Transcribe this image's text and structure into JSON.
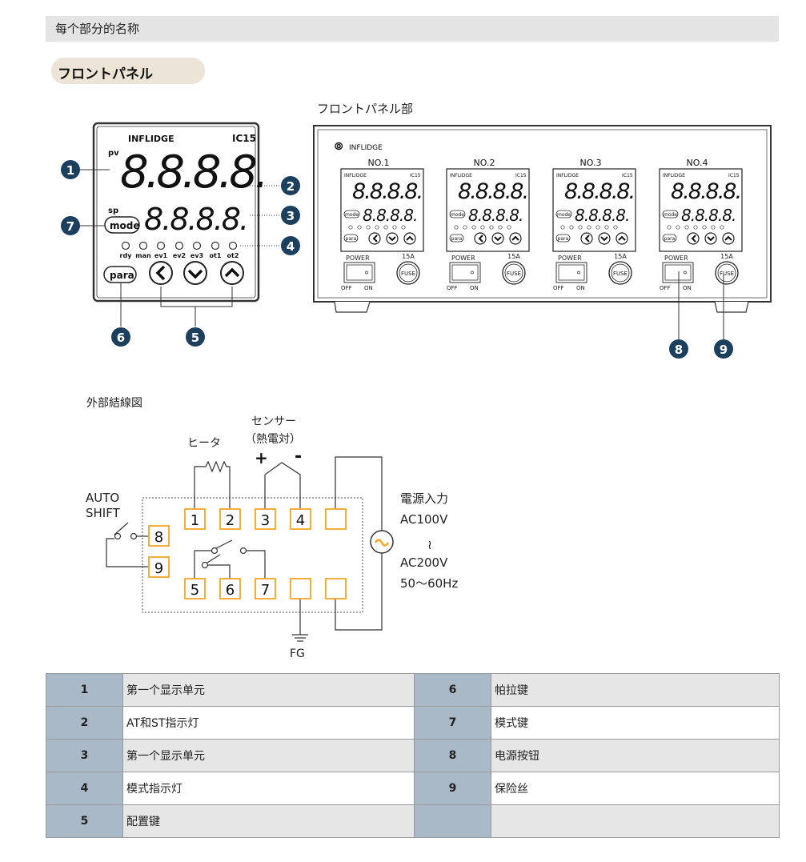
{
  "page": {
    "section_title": "每个部分的名称",
    "subsection_title": "フロントパネル"
  },
  "controller": {
    "brand": "INFLIDGE",
    "model": "IC15",
    "pv_label": "pv",
    "sp_label": "sp",
    "pv_display": "8.8.8.8.",
    "sp_display": "8.8.8.8.",
    "mode_button": "mode",
    "para_button": "para",
    "lamps": [
      "rdy",
      "man",
      "ev1",
      "ev2",
      "ev3",
      "ot1",
      "ot2"
    ],
    "callouts": [
      "1",
      "2",
      "3",
      "4",
      "5",
      "6",
      "7"
    ]
  },
  "rack": {
    "title": "フロントパネル部",
    "brand": "INFLIDGE",
    "units": [
      "NO.1",
      "NO.2",
      "NO.3",
      "NO.4"
    ],
    "mini_brand": "INFLIDGE",
    "mini_model": "IC15",
    "mini_display": "8.8.8.8.",
    "mini_mode": "mode",
    "mini_para": "para",
    "power_label": "POWER",
    "off_label": "OFF",
    "on_label": "ON",
    "fuse_label": "FUSE",
    "fuse_rating": "15A",
    "callouts": [
      "8",
      "9"
    ]
  },
  "wiring": {
    "title": "外部結線図",
    "heater": "ヒータ",
    "sensor_line1": "センサー",
    "sensor_line2": "（熱電対）",
    "plus": "+",
    "minus": "-",
    "auto": "AUTO",
    "shift": "SHIFT",
    "power_in": "電源入力",
    "ac100": "AC100V",
    "tilde": "≀",
    "ac200": "AC200V",
    "hz": "50〜60Hz",
    "fg": "FG",
    "terminals": [
      "1",
      "2",
      "3",
      "4",
      "5",
      "6",
      "7",
      "8",
      "9"
    ],
    "ac_symbol": "~"
  },
  "legend": {
    "rows": [
      {
        "n1": "1",
        "d1": "第一个显示单元",
        "n2": "6",
        "d2": "帕拉键"
      },
      {
        "n1": "2",
        "d1": "AT和ST指示灯",
        "n2": "7",
        "d2": "模式键"
      },
      {
        "n1": "3",
        "d1": "第一个显示单元",
        "n2": "8",
        "d2": "电源按钮"
      },
      {
        "n1": "4",
        "d1": "模式指示灯",
        "n2": "9",
        "d2": "保险丝"
      },
      {
        "n1": "5",
        "d1": "配置键",
        "n2": "",
        "d2": ""
      }
    ]
  },
  "colors": {
    "callout": "#1d3f5e",
    "terminal": "#f5a623",
    "table_num_bg": "#a9b9c8",
    "table_grey_bg": "#e6e6e6",
    "header_bg": "#e4e4e4",
    "pill_bg": "#ece5d7"
  }
}
